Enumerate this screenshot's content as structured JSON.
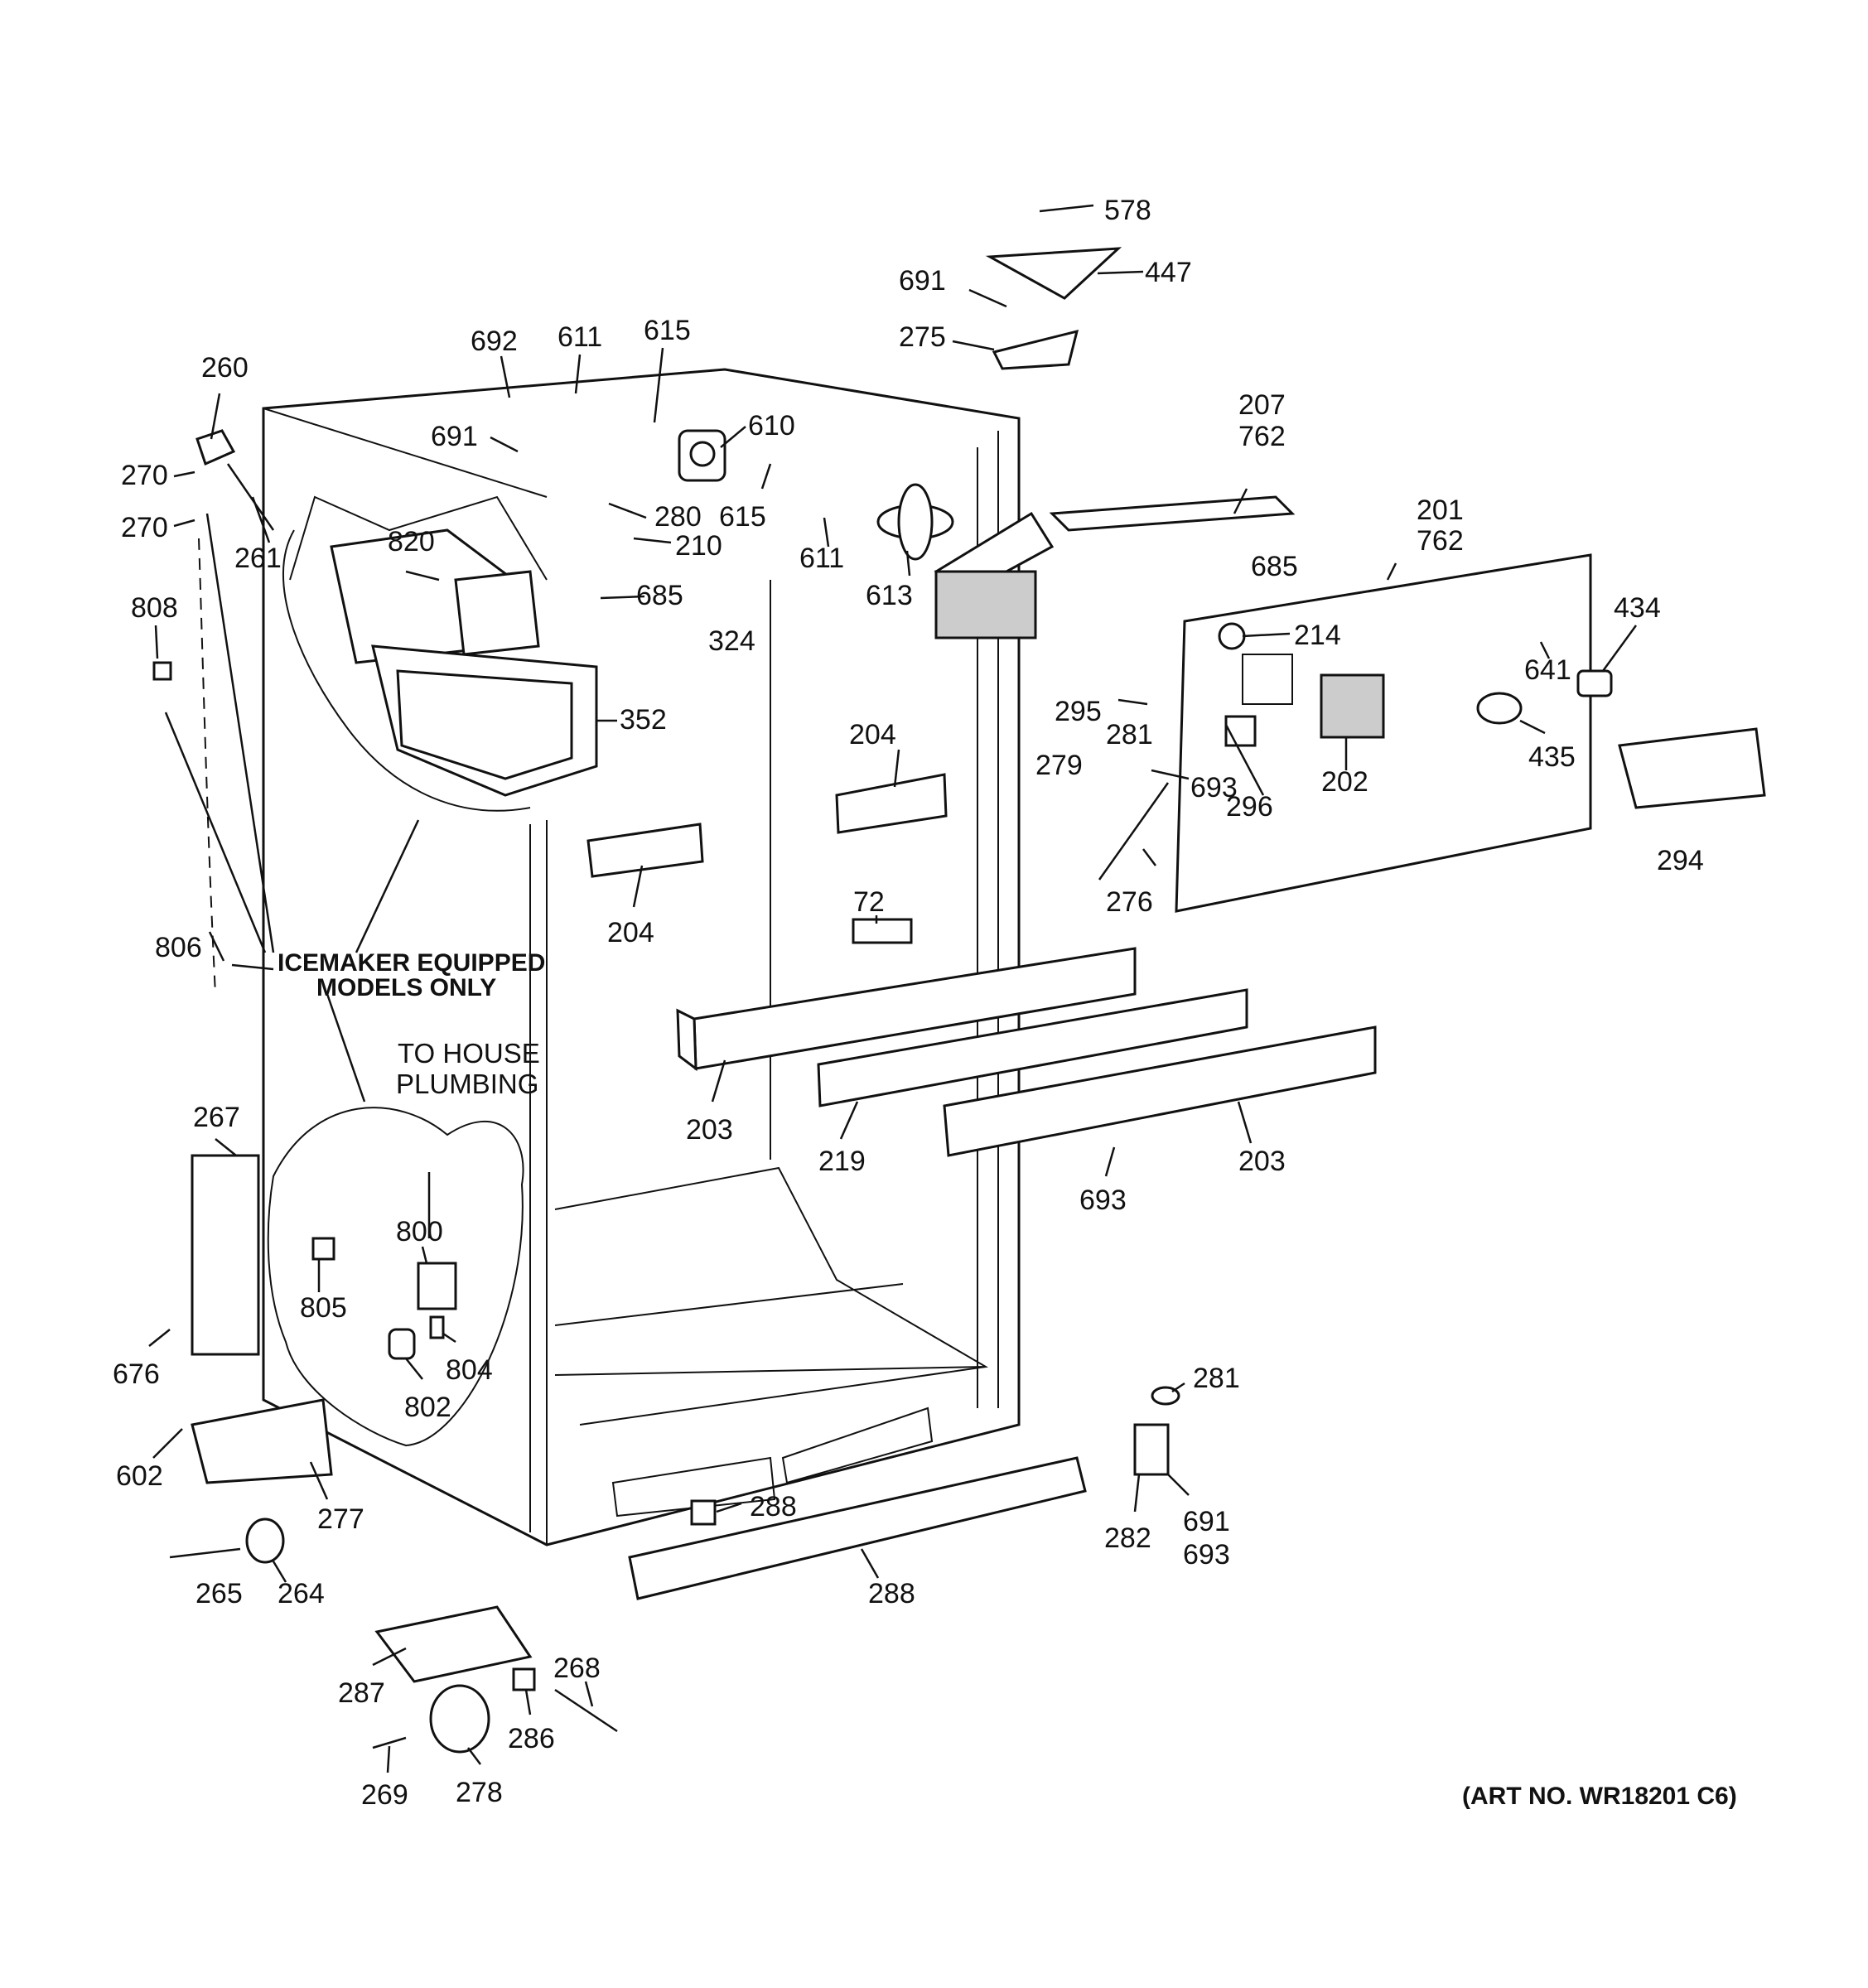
{
  "callouts": {
    "c578": "578",
    "c447": "447",
    "c691a": "691",
    "c275": "275",
    "c692": "692",
    "c611a": "611",
    "c615a": "615",
    "c610": "610",
    "c691b": "691",
    "c615b": "615",
    "c280": "280",
    "c210": "210",
    "c611b": "611",
    "c613": "613",
    "c685a": "685",
    "c324": "324",
    "c207": "207",
    "c762a": "762",
    "c685b": "685",
    "c201": "201",
    "c762b": "762",
    "c214": "214",
    "c641": "641",
    "c434": "434",
    "c435": "435",
    "c294": "294",
    "c295": "295",
    "c281a": "281",
    "c279": "279",
    "c693a": "693",
    "c296": "296",
    "c202": "202",
    "c276": "276",
    "c260": "260",
    "c270a": "270",
    "c270b": "270",
    "c261": "261",
    "c820": "820",
    "c808": "808",
    "c352": "352",
    "c204a": "204",
    "c204b": "204",
    "c72": "72",
    "c806": "806",
    "c203a": "203",
    "c219": "219",
    "c203b": "203",
    "c693b": "693",
    "c267": "267",
    "c800": "800",
    "c805": "805",
    "c676": "676",
    "c804": "804",
    "c802": "802",
    "c281b": "281",
    "c282": "282",
    "c691c": "691",
    "c693c": "693",
    "c602": "602",
    "c277": "277",
    "c288a": "288",
    "c288b": "288",
    "c265": "265",
    "c264": "264",
    "c287": "287",
    "c268": "268",
    "c286": "286",
    "c269": "269",
    "c278": "278"
  },
  "notes": {
    "icemaker_line1": "ICEMAKER EQUIPPED",
    "icemaker_line2": "MODELS ONLY",
    "plumbing_line1": "TO HOUSE",
    "plumbing_line2": "PLUMBING",
    "art_number": "(ART NO. WR18201 C6)"
  }
}
